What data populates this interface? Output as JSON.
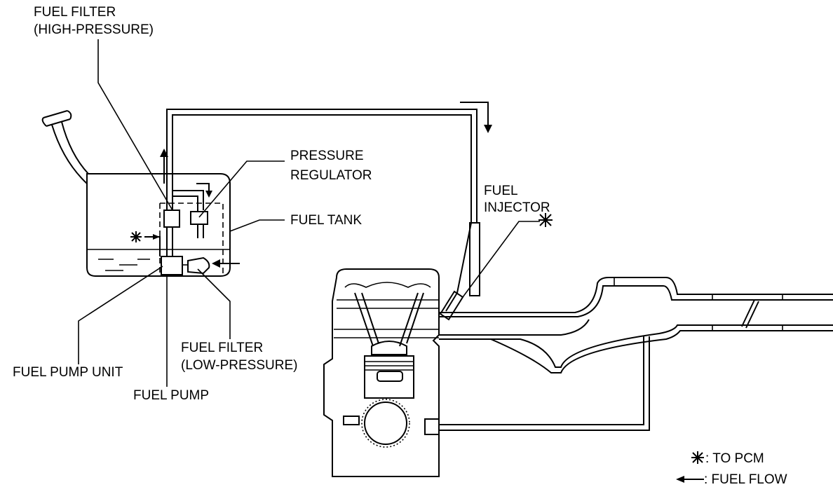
{
  "labels": {
    "fuel_filter_hp_1": "FUEL FILTER",
    "fuel_filter_hp_2": "(HIGH-PRESSURE)",
    "pressure_regulator_1": "PRESSURE",
    "pressure_regulator_2": "REGULATOR",
    "fuel_injector_1": "FUEL",
    "fuel_injector_2": "INJECTOR",
    "fuel_tank": "FUEL TANK",
    "fuel_filter_lp_1": "FUEL FILTER",
    "fuel_filter_lp_2": "(LOW-PRESSURE)",
    "fuel_pump_unit": "FUEL PUMP UNIT",
    "fuel_pump": "FUEL PUMP"
  },
  "legend": {
    "to_pcm": ": TO PCM",
    "fuel_flow": ": FUEL FLOW"
  },
  "symbols": {
    "pcm_mark": "✳",
    "asterisk_symbol": "asterisk-to-pcm",
    "arrow_symbol": "fuel-flow-arrow"
  }
}
